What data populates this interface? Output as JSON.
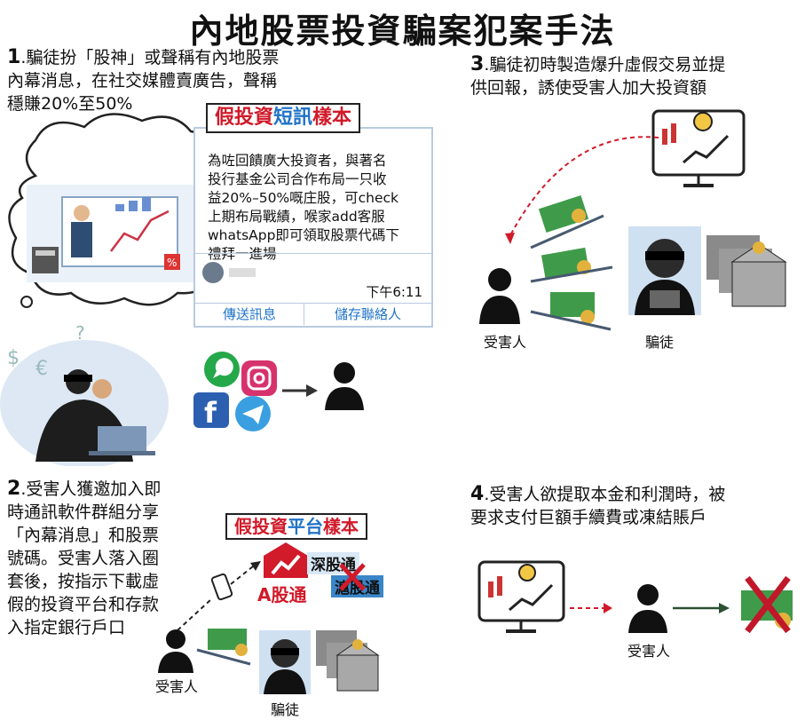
{
  "title": "內地股票投資騙案犯案手法",
  "steps": {
    "s1": {
      "num": "1",
      "text_lines": [
        ".騙徒扮「股神」或聲稱有內地股票",
        "內幕消息，在社交媒體賣廣告，聲稱",
        "穩賺20%至50%"
      ]
    },
    "s2": {
      "num": "2",
      "text_lines": [
        ".受害人獲邀加入即",
        "時通訊軟件群組分享",
        "「內幕消息」和股票",
        "號碼。受害人落入圈",
        "套後，按指示下載虛",
        "假的投資平台和存款",
        "入指定銀行戶口"
      ]
    },
    "s3": {
      "num": "3",
      "text_lines": [
        ".騙徒初時製造爆升虛假交易並提",
        "供回報，誘使受害人加大投資額"
      ]
    },
    "s4": {
      "num": "4",
      "text_lines": [
        ".受害人欲提取本金和利潤時，被",
        "要求支付巨額手續費或凍結賬戶"
      ]
    }
  },
  "sms_sample": {
    "title_parts": [
      "假投資",
      "短訊",
      "樣本"
    ],
    "message_lines": [
      "為咗回饋廣大投資者，與著名",
      "投行基金公司合作布局一只收",
      "益20%–50%嘅庄股，可check",
      "上期布局戰績，喉家add客服",
      "whatsApp即可領取股票代碼下",
      "禮拜一進場"
    ],
    "time": "下午6:11",
    "button_send": "傳送訊息",
    "button_save": "儲存聯絡人"
  },
  "platform_sample": {
    "title_parts": [
      "假投資",
      "平台",
      "樣本"
    ],
    "brand": "A股通",
    "tag1": "深股通",
    "tag2": "滬股通"
  },
  "labels": {
    "victim_step2": "受害人",
    "scammer_step2": "騙徒",
    "victim_step3": "受害人",
    "scammer_step3": "騙徒",
    "victim_step4": "受害人"
  },
  "colors": {
    "accent_red": "#d11a2a",
    "accent_blue": "#1f73c8",
    "money_green": "#3f9b4a",
    "bubble_border": "#b9cbe0"
  },
  "icons": [
    "whatsapp-icon",
    "instagram-icon",
    "facebook-icon",
    "telegram-icon",
    "monitor-chart-icon",
    "bank-icon",
    "money-icon",
    "phone-icon"
  ]
}
